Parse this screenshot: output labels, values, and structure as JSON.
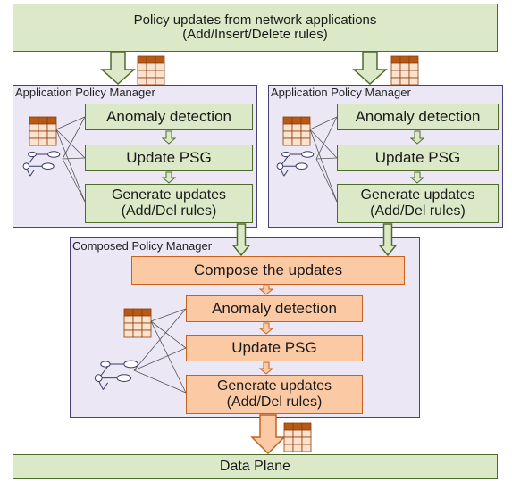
{
  "top_box": {
    "line1": "Policy updates from network applications",
    "line2": "(Add/Insert/Delete rules)"
  },
  "app_managers": [
    {
      "title": "Application Policy Manager",
      "steps": [
        "Anomaly detection",
        "Update PSG"
      ],
      "generate": {
        "line1": "Generate updates",
        "line2": "(Add/Del rules)"
      }
    },
    {
      "title": "Application Policy Manager",
      "steps": [
        "Anomaly detection",
        "Update PSG"
      ],
      "generate": {
        "line1": "Generate updates",
        "line2": "(Add/Del rules)"
      }
    }
  ],
  "composed_manager": {
    "title": "Composed Policy Manager",
    "steps": [
      "Compose the updates",
      "Anomaly detection",
      "Update PSG"
    ],
    "generate": {
      "line1": "Generate updates",
      "line2": "(Add/Del rules)"
    }
  },
  "data_plane": "Data Plane",
  "colors": {
    "green_fill": "#dce9c8",
    "green_border": "#4f6b2a",
    "manager_fill": "#ebe7f5",
    "manager_border": "#4a4276",
    "orange_fill": "#fbc9a4",
    "orange_border": "#c8611c",
    "table_header": "#b85a16"
  },
  "icons": [
    "rule-table-icon",
    "policy-graph-icon"
  ]
}
